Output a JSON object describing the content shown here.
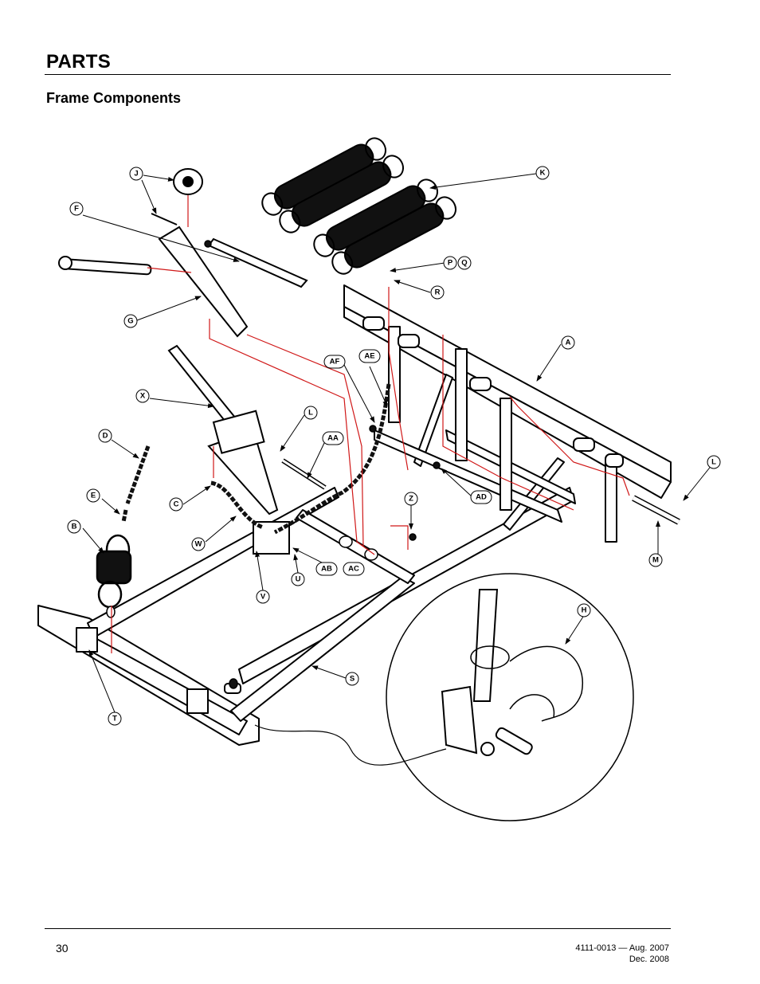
{
  "header": {
    "title": "PARTS",
    "subtitle": "Frame Components"
  },
  "callouts": {
    "J": "J",
    "K": "K",
    "F": "F",
    "PQ_P": "P",
    "PQ_Q": "Q",
    "R": "R",
    "G": "G",
    "A": "A",
    "AF": "AF",
    "AE": "AE",
    "X": "X",
    "L1": "L",
    "D": "D",
    "AA": "AA",
    "L2": "L",
    "Z": "Z",
    "AD": "AD",
    "E": "E",
    "C": "C",
    "B": "B",
    "W": "W",
    "M": "M",
    "AB": "AB",
    "AC": "AC",
    "U": "U",
    "V": "V",
    "H": "H",
    "S": "S",
    "T": "T"
  },
  "footer": {
    "page_number": "30",
    "doc_number": "4111-0013 — Aug. 2007",
    "revision": "Dec. 2008"
  }
}
